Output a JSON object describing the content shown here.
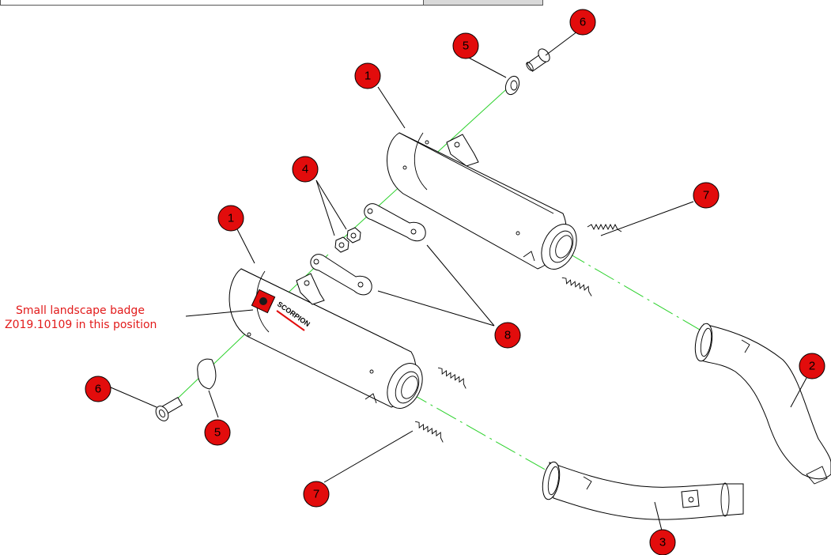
{
  "diagram": {
    "note": {
      "line1": "Small landscape badge",
      "line2": "Z019.10109 in this position"
    },
    "badge": {
      "brand": "SCORPION"
    },
    "callouts": [
      {
        "id": "callout-1-top",
        "label": "1"
      },
      {
        "id": "callout-1-bottom",
        "label": "1"
      },
      {
        "id": "callout-2",
        "label": "2"
      },
      {
        "id": "callout-3",
        "label": "3"
      },
      {
        "id": "callout-4",
        "label": "4"
      },
      {
        "id": "callout-5-top",
        "label": "5"
      },
      {
        "id": "callout-5-bottom",
        "label": "5"
      },
      {
        "id": "callout-6-top",
        "label": "6"
      },
      {
        "id": "callout-6-bottom",
        "label": "6"
      },
      {
        "id": "callout-7-top",
        "label": "7"
      },
      {
        "id": "callout-7-bottom",
        "label": "7"
      },
      {
        "id": "callout-8",
        "label": "8"
      }
    ],
    "colors": {
      "callout_fill": "#e20c0c",
      "axis_line": "#2ad12a",
      "note_text": "#e21b1b",
      "line": "#000000"
    }
  }
}
